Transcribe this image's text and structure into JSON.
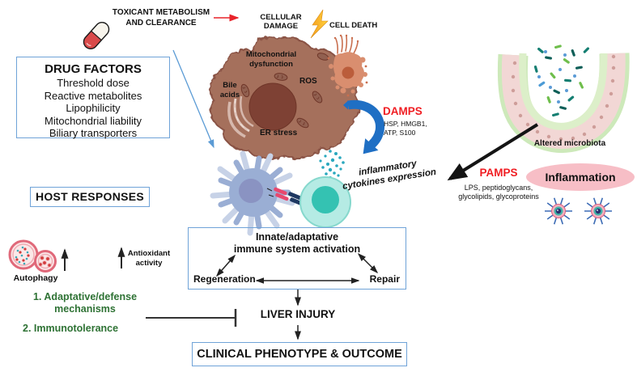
{
  "colors": {
    "box_border": "#6FA3D8",
    "red_accent": "#F01E23",
    "green_text": "#2E7234",
    "inflammation_oval": "#F7BEC6",
    "hepatocyte_brown": "#A5705C",
    "blue_arrow": "#1F6FC4",
    "cytokine_teal": "#2AA8BE"
  },
  "icons": {
    "pill-icon": "red and white drug capsule",
    "lightning-icon": "yellow-orange bolt",
    "hepatocyte-icon": "damaged brown hepatocyte with nucleus and mitochondria",
    "apoptotic-cell-icon": "fragmenting dying cell",
    "blue-curved-arrow-icon": "thick blue curved release arrow",
    "dendritic-cell-icon": "blue dendritic immune cell",
    "lymphocyte-icon": "teal round immune cell",
    "cytokine-dots-icon": "spray of teal cytokine dots",
    "villus-icon": "intestinal crypt with bacteria",
    "virus-icon": "spiked pathogen particle",
    "autophagy-icon": "pink autophagosome vesicle"
  },
  "top_flow": {
    "toxicant_line1": "TOXICANT METABOLISM",
    "toxicant_line2": "AND CLEARANCE",
    "cellular_damage": "CELLULAR DAMAGE",
    "cell_death": "CELL DEATH"
  },
  "drug_factors": {
    "title": "DRUG FACTORS",
    "items": [
      "Threshold dose",
      "Reactive metabolites",
      "Lipophilicity",
      "Mitochondrial liability",
      "Biliary transporters"
    ]
  },
  "hepatocyte": {
    "mito_line1": "Mitochondrial",
    "mito_line2": "dysfunction",
    "bile_line1": "Bile",
    "bile_line2": "acids",
    "ros": "ROS",
    "er_stress": "ER stress"
  },
  "damps": {
    "title": "DAMPS",
    "sub_line1": "HSP, HMGB1,",
    "sub_line2": "ATP, S100"
  },
  "cytokines": {
    "line1": "inflammatory",
    "line2": "cytokines expression"
  },
  "gut": {
    "altered_microbiota": "Altered microbiota"
  },
  "pamps": {
    "title": "PAMPS",
    "sub_line1": "LPS, peptidoglycans,",
    "sub_line2": "glycolipids, glycoproteins"
  },
  "inflammation_label": "Inflammation",
  "host_responses_title": "HOST RESPONSES",
  "autophagy_label": "Autophagy",
  "antioxidant": {
    "line1": "Antioxidant",
    "line2": "activity"
  },
  "immune_box": {
    "title_line1": "Innate/adaptative",
    "title_line2": "immune system activation",
    "regeneration": "Regeneration",
    "repair": "Repair"
  },
  "defense_mechanisms": {
    "item1_line1": "1. Adaptative/defense",
    "item1_line2": "mechanisms",
    "item2": "2. Immunotolerance"
  },
  "liver_injury_label": "LIVER INJURY",
  "outcome_label": "CLINICAL PHENOTYPE & OUTCOME"
}
